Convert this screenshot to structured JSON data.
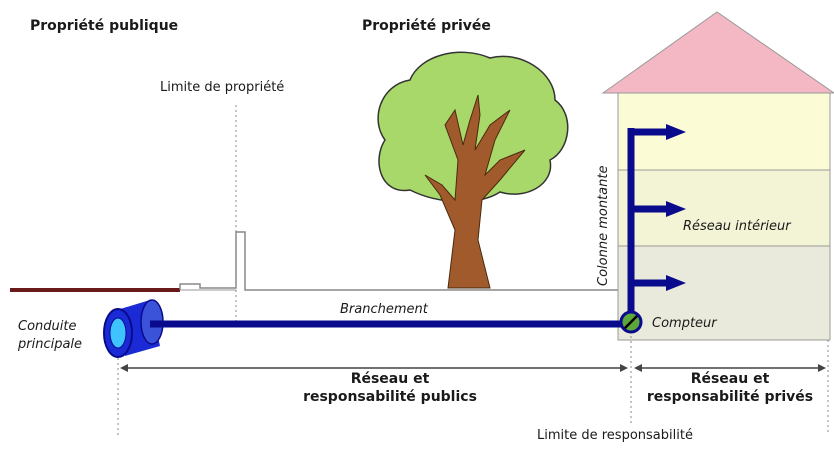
{
  "labels": {
    "public_property": "Propriété publique",
    "private_property": "Propriété privée",
    "property_limit": "Limite de propriété",
    "riser": "Colonne montante",
    "internal_network": "Réseau intérieur",
    "branch": "Branchement",
    "main_pipe_line1": "Conduite",
    "main_pipe_line2": "principale",
    "meter": "Compteur",
    "public_network_line1": "Réseau et",
    "public_network_line2": "responsabilité publics",
    "private_network_line1": "Réseau et",
    "private_network_line2": "responsabilité privés",
    "responsibility_limit": "Limite de responsabilité"
  },
  "colors": {
    "pipe": "#0a0a8c",
    "pipe_light": "#3b53d9",
    "pipe_core": "#3fc3ff",
    "roof": "#f4b8c4",
    "floor_top": "#fbfbd6",
    "floor_mid": "#f3f3d6",
    "floor_bottom": "#eaeadc",
    "tree_foliage": "#a8d86a",
    "tree_trunk": "#a05a2c",
    "road": "#6a1a1a",
    "meter": "#5da83a"
  },
  "icons": {
    "meter": "meter-dial-icon",
    "main_pipe": "pipe-cylinder-icon",
    "arrow": "arrow-right-icon"
  }
}
